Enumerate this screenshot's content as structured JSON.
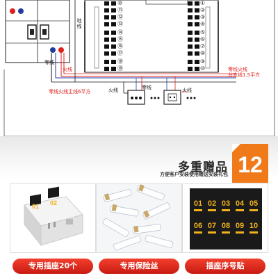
{
  "diagram": {
    "labels": {
      "ground": "地线",
      "neutral": "零线",
      "live": "火线",
      "live_mid": "火线",
      "live_right": "火线",
      "neutral_mid": "零线",
      "main_note": "零线火线主线6平方",
      "right_note_1": "零线火线",
      "right_note_2": "分支线1.5平方"
    },
    "left_terminals": [
      "⑩",
      "⑪",
      "⑫",
      "⑬",
      "⑭",
      "⑮",
      "⑯",
      "⑰",
      "⑱",
      "⑲"
    ],
    "right_terminals": [
      "①",
      "②",
      "③",
      "④",
      "⑤",
      "⑥",
      "⑦",
      "⑧",
      "⑨",
      "⑩"
    ],
    "colors": {
      "red": "#e0201c",
      "blue": "#1f3c9e",
      "black": "#111111"
    }
  },
  "header": {
    "title": "多重赠品",
    "subtitle": "方便客户安装使用赠送安装礼包",
    "number": "12",
    "accent": "#f07a1a"
  },
  "gifts": [
    {
      "label": "专用插座20个"
    },
    {
      "label": "专用保险丝"
    },
    {
      "label": "插座序号贴"
    }
  ],
  "socket_badge": "01",
  "socket_badge_2": "02",
  "stickers": [
    "01",
    "02",
    "03",
    "04",
    "05",
    "06",
    "07",
    "08",
    "09",
    "10"
  ]
}
